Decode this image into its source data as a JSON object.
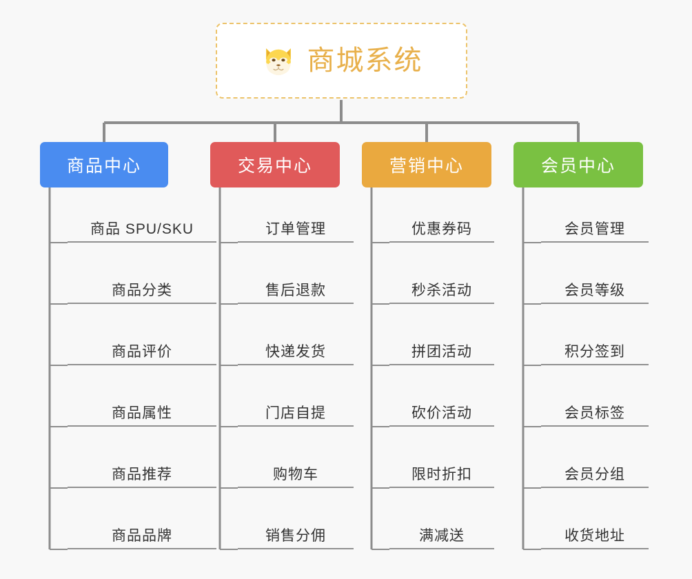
{
  "background_color": "#f8f8f8",
  "root": {
    "title": "商城系统",
    "icon": "shiba-dog-emoji",
    "border_color": "#ecc36a",
    "text_color": "#e8b04b",
    "fill_color": "#ffffff"
  },
  "connector_color": "#8c8c8c",
  "leaf_text_color": "#333333",
  "leaf_rule_color": "#909090",
  "columns": [
    {
      "header": "商品中心",
      "color": "#4a8cf0",
      "items": [
        "商品 SPU/SKU",
        "商品分类",
        "商品评价",
        "商品属性",
        "商品推荐",
        "商品品牌"
      ]
    },
    {
      "header": "交易中心",
      "color": "#e05a5a",
      "items": [
        "订单管理",
        "售后退款",
        "快递发货",
        "门店自提",
        "购物车",
        "销售分佣"
      ]
    },
    {
      "header": "营销中心",
      "color": "#eaa93f",
      "items": [
        "优惠券码",
        "秒杀活动",
        "拼团活动",
        "砍价活动",
        "限时折扣",
        "满减送"
      ]
    },
    {
      "header": "会员中心",
      "color": "#7ac142",
      "items": [
        "会员管理",
        "会员等级",
        "积分签到",
        "会员标签",
        "会员分组",
        "收货地址"
      ]
    }
  ]
}
